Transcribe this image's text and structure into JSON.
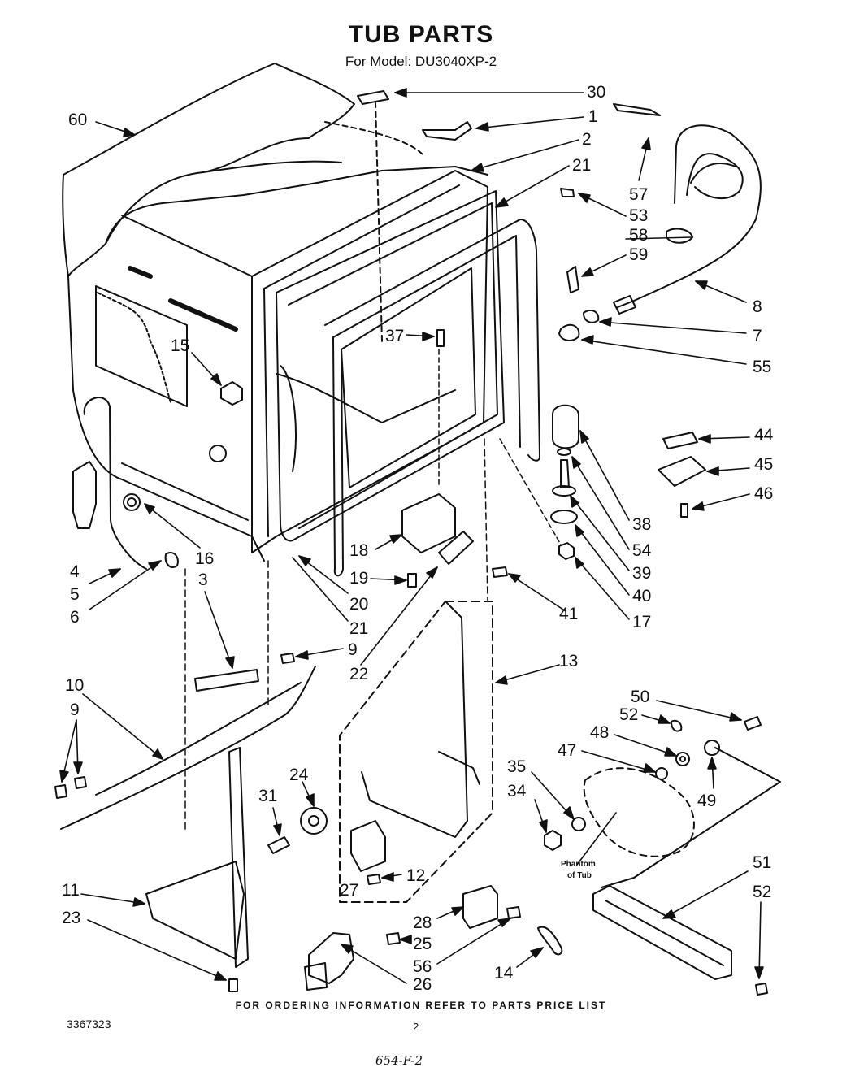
{
  "title": "TUB PARTS",
  "subtitle": "For Model: DU3040XP-2",
  "footer_note": "FOR ORDERING INFORMATION REFER TO PARTS PRICE LIST",
  "document_number": "3367323",
  "page_number": "2",
  "handwritten_code": "654-F-2",
  "phantom_label": [
    "Phantom",
    "of Tub"
  ],
  "callouts": [
    "60",
    "30",
    "1",
    "2",
    "21",
    "57",
    "53",
    "58",
    "59",
    "8",
    "7",
    "55",
    "37",
    "15",
    "44",
    "45",
    "46",
    "38",
    "54",
    "39",
    "40",
    "17",
    "16",
    "18",
    "19",
    "41",
    "4",
    "5",
    "6",
    "3",
    "20",
    "21",
    "22",
    "9",
    "13",
    "10",
    "9",
    "50",
    "52",
    "48",
    "47",
    "49",
    "35",
    "34",
    "24",
    "31",
    "12",
    "27",
    "11",
    "23",
    "28",
    "25",
    "56",
    "26",
    "14",
    "51",
    "52"
  ]
}
